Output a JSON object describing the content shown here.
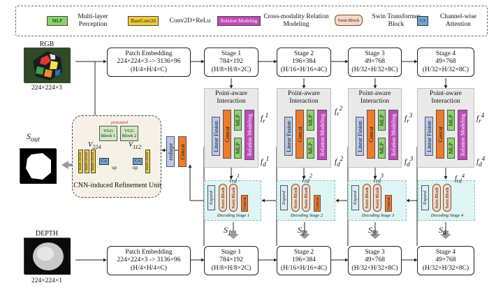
{
  "legend": {
    "mlp_chip": "MLP",
    "mlp_text": "Multi-layer Perception",
    "bc_chip": "BaseConv2d",
    "bc_text": "Conv2D+ReLu",
    "rm_chip": "Relation Modeling",
    "rm_text": "Cross-modality Relation Modeling",
    "sw_chip": "Swin Block",
    "sw_text": "Swin Transformer Block",
    "ca_chip": "CA",
    "ca_text": "Channel-wise Attention"
  },
  "rgb": {
    "label": "RGB",
    "size": "224×224×3"
  },
  "depth": {
    "label": "DEPTH",
    "size": "224×224×1"
  },
  "patch": {
    "title": "Patch Embedding",
    "shape": "224×224×3 -> 3136×96",
    "dims": "(H/4×H/4×C)"
  },
  "patch_d": {
    "title": "Patch Embedding",
    "shape": "224×224×3 -> 3136×96",
    "dims": "(H/4×H/4×C)"
  },
  "stages": [
    {
      "name": "Stage 1",
      "shape": "784×192",
      "dims": "(H/8×H/8×2C)"
    },
    {
      "name": "Stage 2",
      "shape": "196×384",
      "dims": "(H/16×H/16×4C)"
    },
    {
      "name": "Stage 3",
      "shape": "49×768",
      "dims": "(H/32×H/32×8C)"
    },
    {
      "name": "Stage 4",
      "shape": "49×768",
      "dims": "(H/32×H/32×8C)"
    }
  ],
  "pai": {
    "title": "Point-aware Interaction",
    "lf": "Linear Fusion",
    "concat": "Concat",
    "mlp": "MLP",
    "rm": "Relation Modeling",
    "fr": [
      "f",
      "f",
      "f",
      "f"
    ],
    "fr_sub": [
      "r",
      "r",
      "r",
      "r"
    ],
    "fr_sup": [
      "1",
      "2",
      "3",
      "4"
    ]
  },
  "decoding": {
    "labels": [
      "Decoding Stage 1",
      "Decoding Stage 2",
      "Decoding Stage 3",
      "Decoding Stage 4"
    ],
    "expand": "Expand",
    "swin": "Swin Block",
    "concat": "Concat",
    "frd": "f",
    "frd_sub": "rd",
    "sup": [
      "1",
      "2",
      "3",
      "4"
    ],
    "outputs": [
      "S",
      "S",
      "S",
      "S"
    ],
    "out_sub": [
      "1",
      "2",
      "3",
      "4"
    ]
  },
  "cnn": {
    "title": "CNN-induced Refinement Unit",
    "pretrained": "pretrained",
    "vgg1": "VGG Block 1",
    "vgg2": "VGG Block 2",
    "v224": "V",
    "v224_sub": "224",
    "v112": "V",
    "v112_sub": "112",
    "ca": "CA",
    "up": "up",
    "bc": "BaseConv2d"
  },
  "reshape": "reshape",
  "concat": "Concat",
  "sout": "S",
  "sout_sub": "out",
  "fd_label": "f",
  "fd_sub": "d",
  "colors": {
    "mlp": "#8bd46a",
    "basecov": "#f1cc3b",
    "relation": "#c04ab8",
    "swin": "#f7d8c6",
    "ca": "#6fa7d8",
    "concat": "#f07a2c",
    "linear": "#b7c8ea"
  }
}
